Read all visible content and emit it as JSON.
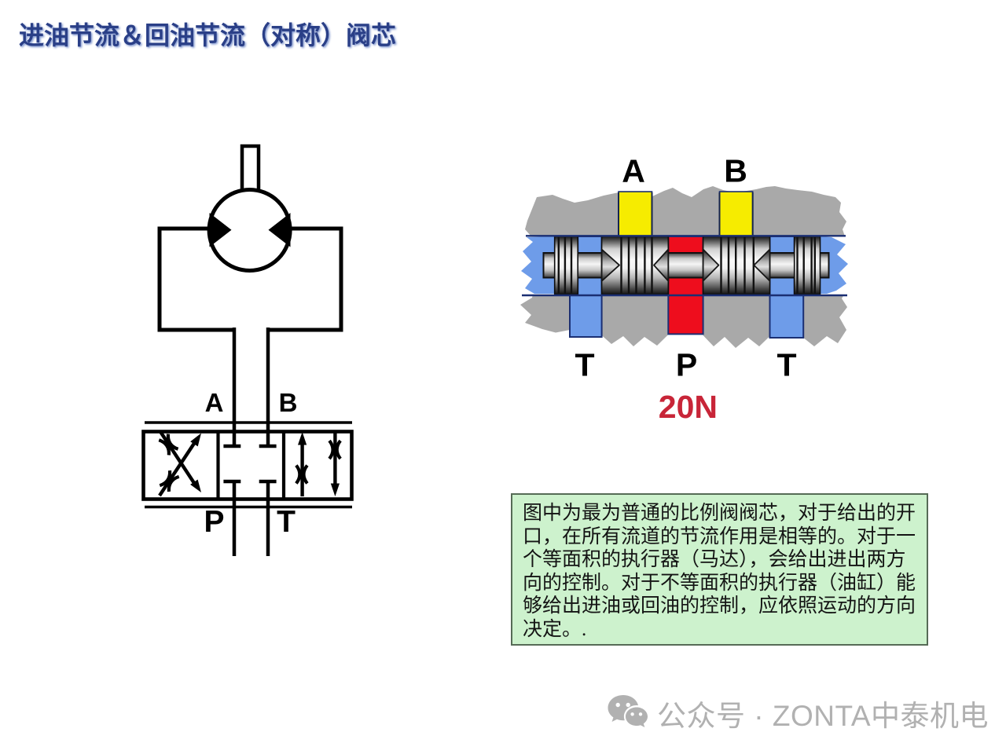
{
  "title": {
    "text": "进油节流＆回油节流（对称）阀芯"
  },
  "circuit": {
    "description": "hydraulic motor connected to a 4/3 proportional directional valve, closed centre",
    "port_a": "A",
    "port_b": "B",
    "port_p": "P",
    "port_t": "T"
  },
  "spool": {
    "description": "cross-section of symmetric proportional valve spool, inlet and outlet metering",
    "label_a": "A",
    "label_b": "B",
    "label_t_left": "T",
    "label_p": "P",
    "label_t_right": "T",
    "force": "20N"
  },
  "note": {
    "lines": [
      "图中为最为普通的比例阀阀芯，对于给出的开",
      "口，在所有流道的节流作用是相等的。对于一",
      "个等面积的执行器（马达），会给出进出两方",
      "向的控制。对于不等面积的执行器（油缸）能",
      "够给出进油或回油的控制，应依照运动的方向",
      "决定。."
    ]
  },
  "watermark": {
    "icon": "wechat-icon",
    "text": "公众号 · ZONTA中泰机电"
  },
  "colors": {
    "title-blue": "#2a3f87",
    "body-gray": "#a9a9a9",
    "port-yellow": "#f6ec00",
    "port-red": "#ee0d1d",
    "port-blue": "#6e9ce9",
    "outline-navy": "#1b2f73",
    "accent-red": "#c82538",
    "note-bg": "#cdf2cd",
    "note-border": "#566b56",
    "watermark-gray": "#b1b1b1"
  }
}
